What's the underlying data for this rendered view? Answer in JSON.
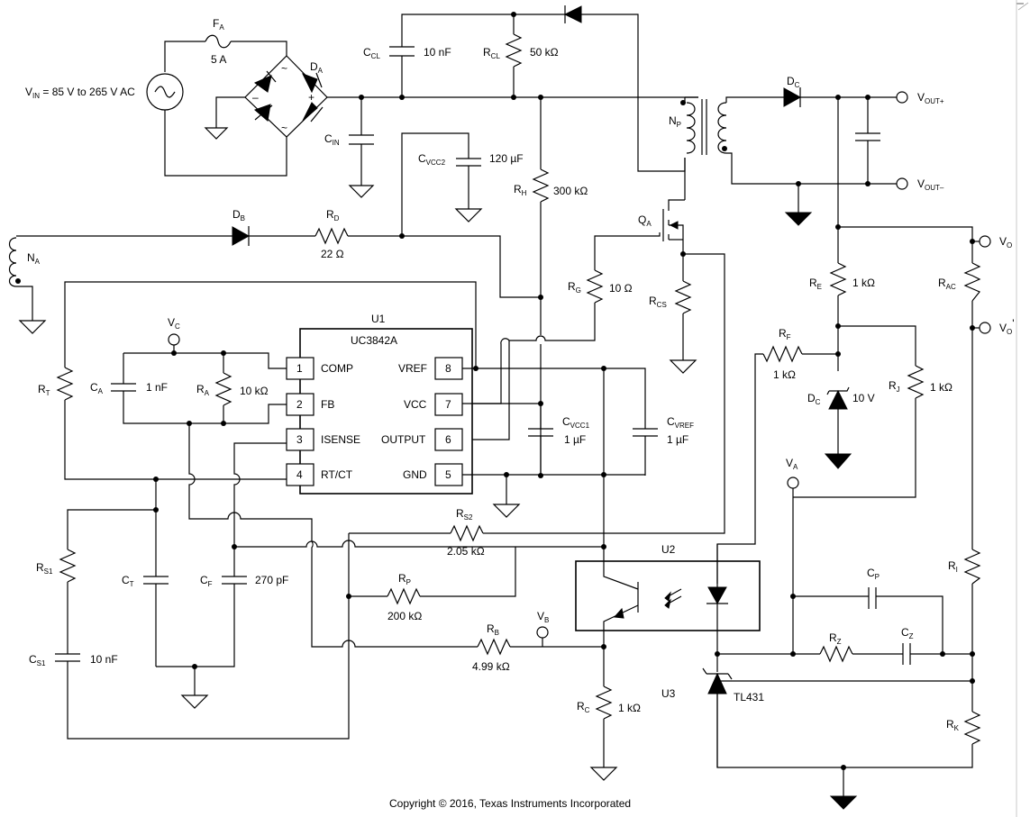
{
  "vin_label": "V",
  "vin_sub": "IN",
  "vin_text": " = 85 V to 265 V AC",
  "fuse": {
    "name": "F",
    "sub": "A",
    "value": "5 A"
  },
  "bridge": {
    "name": "D",
    "sub": "A",
    "plus": "+",
    "minus": "–",
    "tilde": "~"
  },
  "cin": {
    "name": "C",
    "sub": "IN"
  },
  "ccl": {
    "name": "C",
    "sub": "CL",
    "value": "10 nF"
  },
  "rcl": {
    "name": "R",
    "sub": "CL",
    "value": "50 kΩ"
  },
  "cvcc2": {
    "name": "C",
    "sub": "VCC2",
    "value": "120 µF"
  },
  "rh": {
    "name": "R",
    "sub": "H",
    "value": "300 kΩ"
  },
  "np": {
    "name": "N",
    "sub": "P"
  },
  "qa": {
    "name": "Q",
    "sub": "A"
  },
  "rg": {
    "name": "R",
    "sub": "G",
    "value": "10 Ω"
  },
  "rcs": {
    "name": "R",
    "sub": "CS"
  },
  "dc_out": {
    "name": "D",
    "sub": "C"
  },
  "vout_plus": {
    "name": "V",
    "sub": "OUT+"
  },
  "vout_minus": {
    "name": "V",
    "sub": "OUT–"
  },
  "db": {
    "name": "D",
    "sub": "B"
  },
  "rd": {
    "name": "R",
    "sub": "D",
    "value": "22 Ω"
  },
  "na": {
    "name": "N",
    "sub": "A"
  },
  "u1": {
    "name": "U1",
    "part": "UC3842A"
  },
  "pins": [
    {
      "num": "1",
      "label": "COMP"
    },
    {
      "num": "2",
      "label": "FB"
    },
    {
      "num": "3",
      "label": "ISENSE"
    },
    {
      "num": "4",
      "label": "RT/CT"
    },
    {
      "num": "8",
      "label": "VREF"
    },
    {
      "num": "7",
      "label": "VCC"
    },
    {
      "num": "6",
      "label": "OUTPUT"
    },
    {
      "num": "5",
      "label": "GND"
    }
  ],
  "vc": {
    "name": "V",
    "sub": "C"
  },
  "ca": {
    "name": "C",
    "sub": "A",
    "value": "1 nF"
  },
  "ra": {
    "name": "R",
    "sub": "A",
    "value": "10 kΩ"
  },
  "rt": {
    "name": "R",
    "sub": "T"
  },
  "cvcc1": {
    "name": "C",
    "sub": "VCC1",
    "value": "1 µF"
  },
  "cvref": {
    "name": "C",
    "sub": "VREF",
    "value": "1 µF"
  },
  "rs2": {
    "name": "R",
    "sub": "S2",
    "value": "2.05 kΩ"
  },
  "rs1": {
    "name": "R",
    "sub": "S1"
  },
  "ct": {
    "name": "C",
    "sub": "T"
  },
  "cf": {
    "name": "C",
    "sub": "F",
    "value": "270 pF"
  },
  "cs1": {
    "name": "C",
    "sub": "S1",
    "value": "10 nF"
  },
  "rp": {
    "name": "R",
    "sub": "P",
    "value": "200 kΩ"
  },
  "rb": {
    "name": "R",
    "sub": "B",
    "value": "4.99 kΩ"
  },
  "vb": {
    "name": "V",
    "sub": "B"
  },
  "rc": {
    "name": "R",
    "sub": "C",
    "value": "1 kΩ"
  },
  "u2": "U2",
  "u3": "U3",
  "tl431": "TL431",
  "vo": {
    "name": "V",
    "sub": "O"
  },
  "vo_prime": {
    "name": "V",
    "sub": "O",
    "prime": "'"
  },
  "re": {
    "name": "R",
    "sub": "E",
    "value": "1 kΩ"
  },
  "rac": {
    "name": "R",
    "sub": "AC"
  },
  "rf": {
    "name": "R",
    "sub": "F",
    "value": "1 kΩ"
  },
  "dc_zener": {
    "name": "D",
    "sub": "C",
    "value": "10 V"
  },
  "rj": {
    "name": "R",
    "sub": "J",
    "value": "1 kΩ"
  },
  "va": {
    "name": "V",
    "sub": "A"
  },
  "cp": {
    "name": "C",
    "sub": "P"
  },
  "ri": {
    "name": "R",
    "sub": "I"
  },
  "rz": {
    "name": "R",
    "sub": "Z"
  },
  "cz": {
    "name": "C",
    "sub": "Z"
  },
  "rk": {
    "name": "R",
    "sub": "K"
  },
  "copyright": "Copyright © 2016, Texas Instruments Incorporated"
}
